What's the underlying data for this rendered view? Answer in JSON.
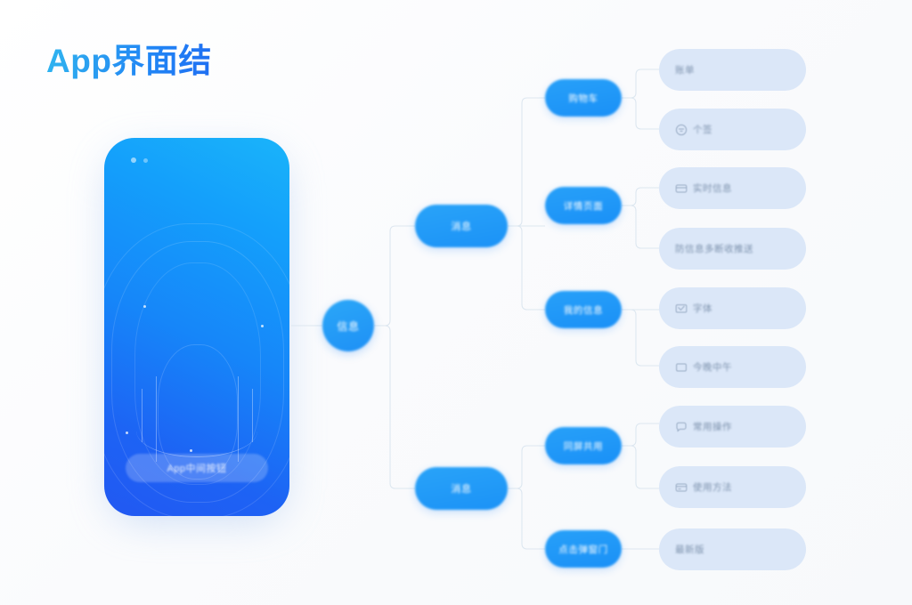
{
  "page": {
    "title": "App界面结",
    "background_color": "#fbfcfd",
    "accent_color": "#1e90f6",
    "leaf_color": "#dbe7f8",
    "connector_color": "#dde7f0"
  },
  "phone": {
    "button_label": "App中间按钮",
    "gradient_from": "#1ab4fa",
    "gradient_to": "#2258f2"
  },
  "tree": {
    "root": {
      "label": "信息"
    },
    "branches": [
      {
        "label": "消息",
        "children": [
          {
            "label": "购物车",
            "leaves": [
              {
                "label": "账单",
                "icon": "none"
              },
              {
                "label": "个签",
                "icon": "circle-icon"
              }
            ]
          },
          {
            "label": "详情页面",
            "leaves": [
              {
                "label": "实时信息",
                "icon": "card-icon"
              },
              {
                "label": "防信息多断收推送",
                "icon": "none"
              }
            ]
          },
          {
            "label": "我的信息",
            "leaves": [
              {
                "label": "字体",
                "icon": "screen-icon"
              },
              {
                "label": "今晚中午",
                "icon": "square-icon"
              }
            ]
          }
        ]
      },
      {
        "label": "消息",
        "children": [
          {
            "label": "同屏共用",
            "leaves": [
              {
                "label": "常用操作",
                "icon": "chat-icon"
              },
              {
                "label": "使用方法",
                "icon": "card-icon"
              }
            ]
          },
          {
            "label": "点击弹窗门",
            "leaves": [
              {
                "label": "最新版",
                "icon": "none"
              }
            ]
          }
        ]
      }
    ]
  }
}
